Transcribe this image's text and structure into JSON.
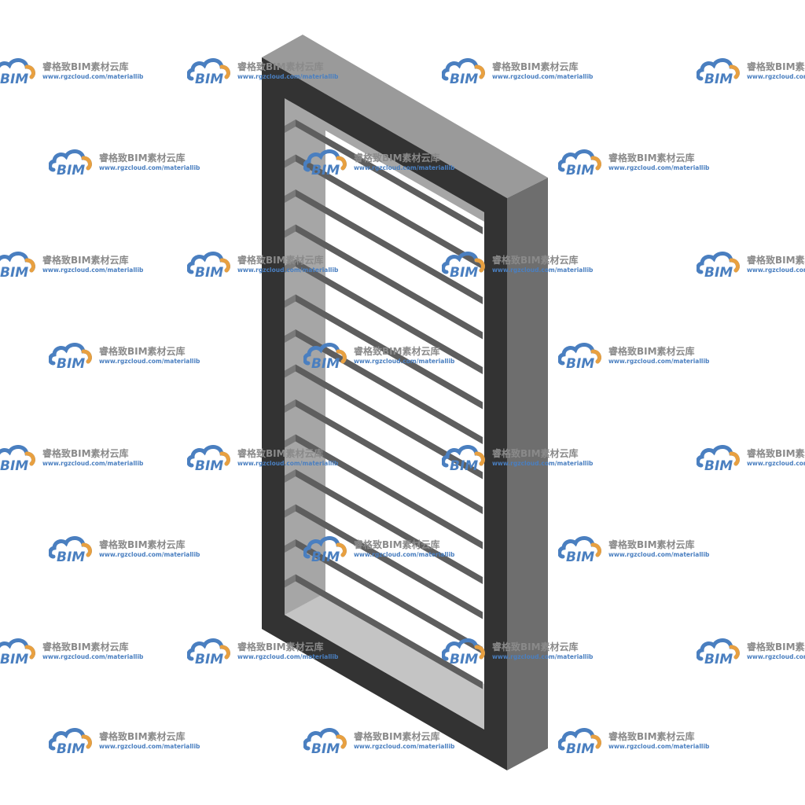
{
  "watermark": {
    "logo_text": "BIM",
    "title": "睿格致BIM素材云库",
    "url": "www.rgzcloud.com/materiallib",
    "logo_blue": "#4a7fc0",
    "logo_orange": "#e8a040"
  },
  "model": {
    "object": "louver-grille-frame",
    "louver_count": 14,
    "colors": {
      "frame_front": "#333333",
      "frame_top": "#9a9a9a",
      "frame_side": "#6e6e6e",
      "inner_recess": "#a6a6a6",
      "inner_recess_bottom": "#c4c4c4",
      "slat": "#5e5e5e",
      "slat_end": "#7a7a7a",
      "background": "#ffffff"
    }
  }
}
